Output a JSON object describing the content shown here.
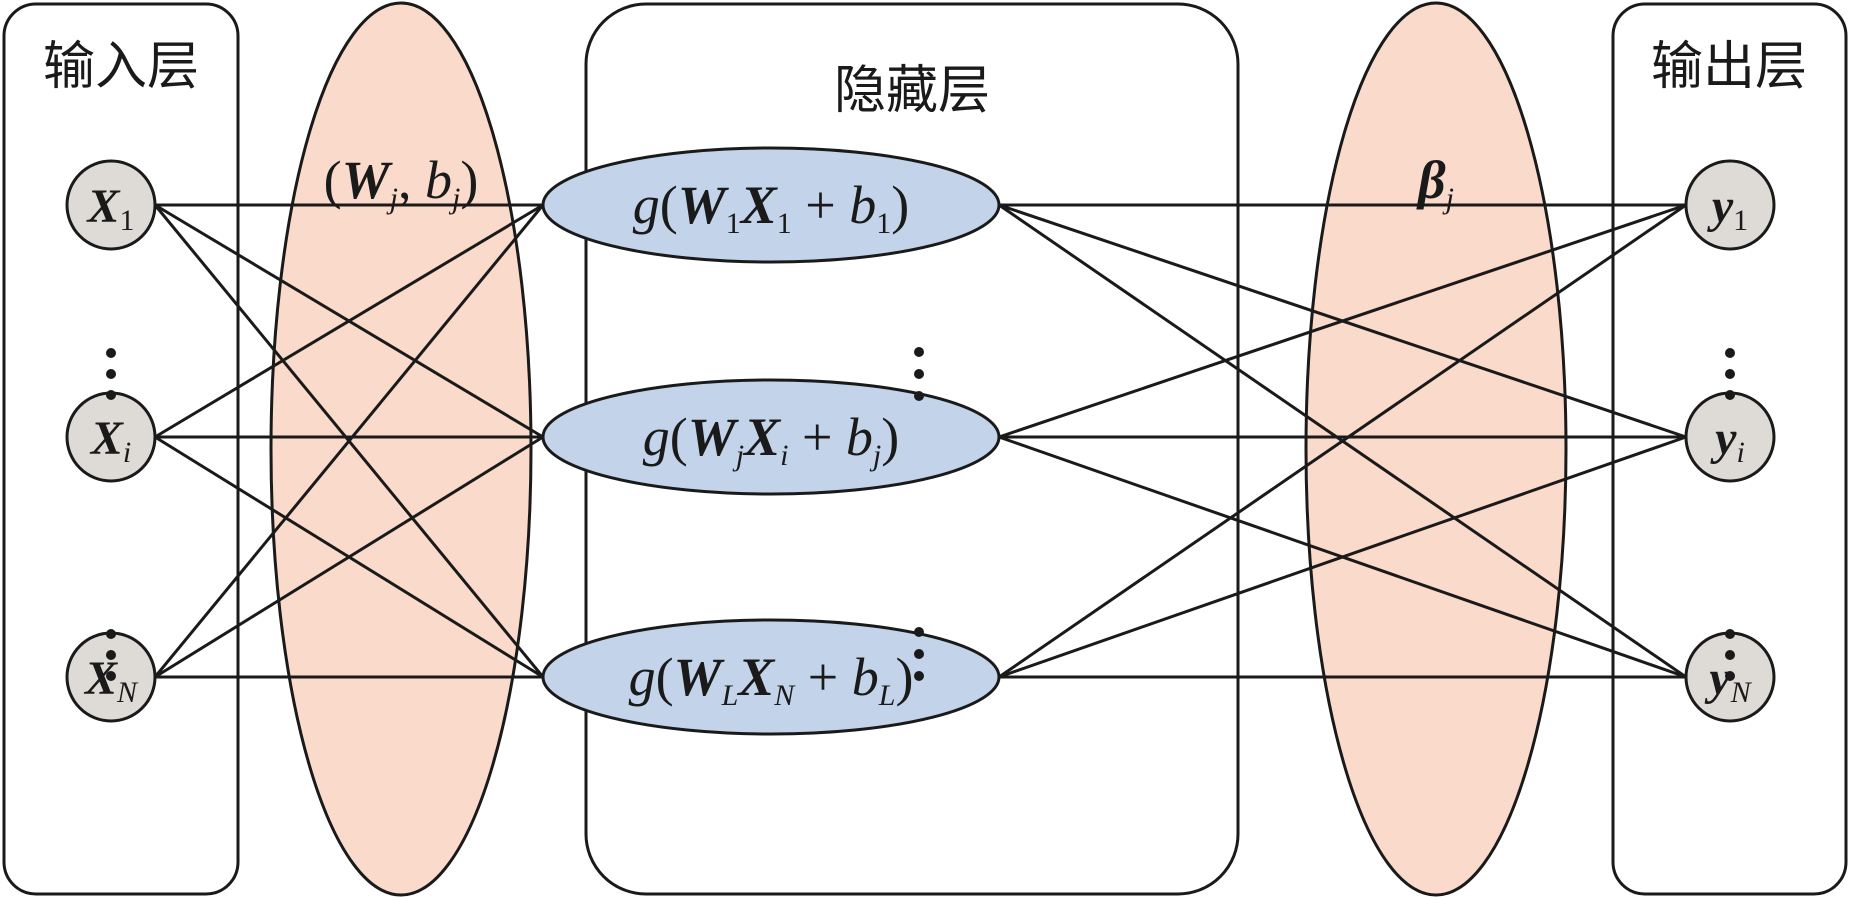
{
  "diagram": {
    "input_layer": {
      "title": "输入层",
      "nodes": [
        {
          "sym": "X",
          "sub": "1"
        },
        {
          "sym": "X",
          "sub": "i"
        },
        {
          "sym": "X",
          "sub": "N"
        }
      ]
    },
    "hidden_layer": {
      "title": "隐藏层",
      "nodes": [
        {
          "g": "g",
          "open": "(",
          "w": "W",
          "wsub": "1",
          "x": "X",
          "xsub": "1",
          "plus": " + ",
          "b": "b",
          "bsub": "1",
          "close": ")"
        },
        {
          "g": "g",
          "open": "(",
          "w": "W",
          "wsub": "j",
          "x": "X",
          "xsub": "i",
          "plus": " + ",
          "b": "b",
          "bsub": "j",
          "close": ")"
        },
        {
          "g": "g",
          "open": "(",
          "w": "W",
          "wsub": "L",
          "x": "X",
          "xsub": "N",
          "plus": " + ",
          "b": "b",
          "bsub": "L",
          "close": ")"
        }
      ]
    },
    "output_layer": {
      "title": "输出层",
      "nodes": [
        {
          "sym": "y",
          "sub": "1"
        },
        {
          "sym": "y",
          "sub": "i"
        },
        {
          "sym": "y",
          "sub": "N"
        }
      ]
    },
    "input_weights_label": {
      "open": "(",
      "w": "W",
      "wsub": "j",
      "comma": ", ",
      "b": "b",
      "bsub": "j",
      "close": ")"
    },
    "output_weights_label": {
      "beta": "β",
      "sub": "j"
    },
    "ellipsis": "⋮",
    "colors": {
      "weight_fill": "#fadacb",
      "hidden_fill": "#c3d4ea",
      "io_fill": "#dedbd7",
      "stroke": "#1a1a1a"
    }
  }
}
